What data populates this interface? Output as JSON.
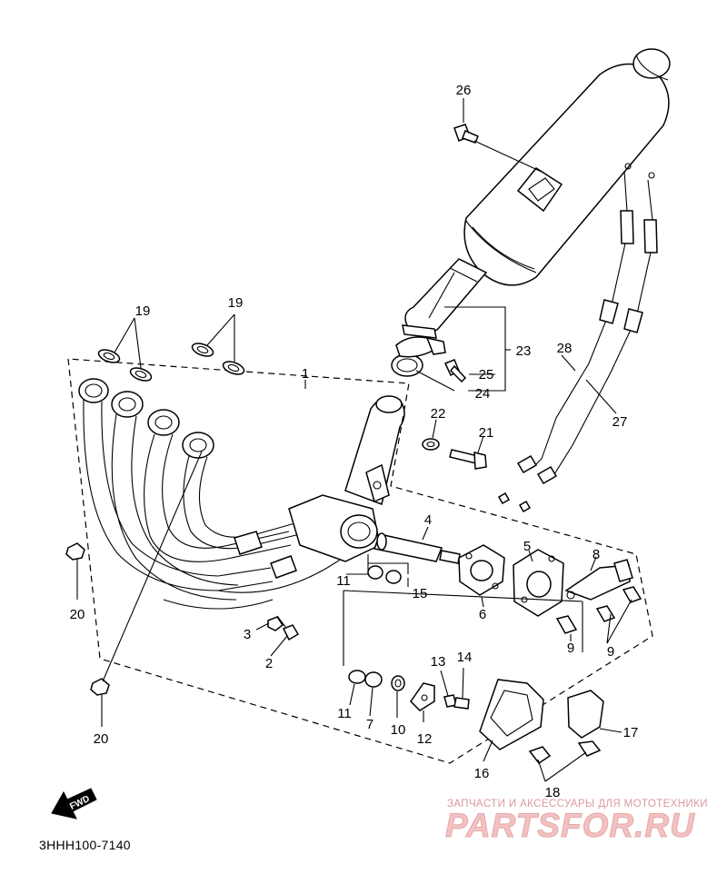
{
  "diagram": {
    "code": "3HHH100-7140",
    "direction_badge": "FWD",
    "callouts": [
      {
        "id": "1",
        "label": "1"
      },
      {
        "id": "2",
        "label": "2"
      },
      {
        "id": "3",
        "label": "3"
      },
      {
        "id": "4",
        "label": "4"
      },
      {
        "id": "5",
        "label": "5"
      },
      {
        "id": "6",
        "label": "6"
      },
      {
        "id": "7",
        "label": "7"
      },
      {
        "id": "8",
        "label": "8"
      },
      {
        "id": "9a",
        "label": "9"
      },
      {
        "id": "9b",
        "label": "9"
      },
      {
        "id": "10",
        "label": "10"
      },
      {
        "id": "11a",
        "label": "11"
      },
      {
        "id": "11b",
        "label": "11"
      },
      {
        "id": "12",
        "label": "12"
      },
      {
        "id": "13",
        "label": "13"
      },
      {
        "id": "14",
        "label": "14"
      },
      {
        "id": "15",
        "label": "15"
      },
      {
        "id": "16",
        "label": "16"
      },
      {
        "id": "17",
        "label": "17"
      },
      {
        "id": "18",
        "label": "18"
      },
      {
        "id": "19a",
        "label": "19"
      },
      {
        "id": "19b",
        "label": "19"
      },
      {
        "id": "20a",
        "label": "20"
      },
      {
        "id": "20b",
        "label": "20"
      },
      {
        "id": "21",
        "label": "21"
      },
      {
        "id": "22",
        "label": "22"
      },
      {
        "id": "23",
        "label": "23"
      },
      {
        "id": "24",
        "label": "24"
      },
      {
        "id": "25",
        "label": "25"
      },
      {
        "id": "26",
        "label": "26"
      },
      {
        "id": "27",
        "label": "27"
      },
      {
        "id": "28",
        "label": "28"
      }
    ]
  },
  "watermark": {
    "caption": "ЗАПЧАСТИ И АКСЕССУАРЫ ДЛЯ МОТОТЕХНИКИ",
    "logo_text": "PARTSFOR.RU"
  }
}
